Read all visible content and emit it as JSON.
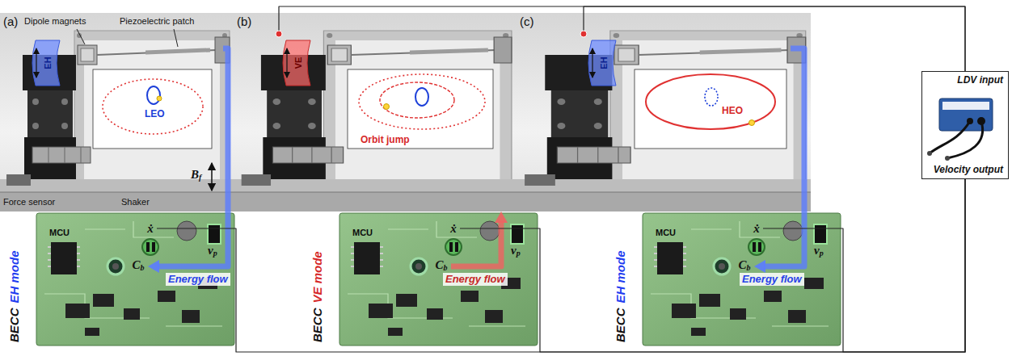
{
  "diagram": {
    "nodes": [
      {
        "text": [
          "(a)"
        ]
      },
      {
        "text": [
          "(b)"
        ]
      },
      {
        "text": [
          "(c)"
        ]
      },
      {
        "text": [
          "BECC",
          "EH mode"
        ]
      },
      {
        "text": [
          "ẋ"
        ],
        "in": 3
      },
      {
        "text": [
          "Cb"
        ],
        "in": 3
      },
      {
        "text": [
          "BECC",
          "VE mode"
        ]
      },
      {
        "text": [
          "ẋ"
        ],
        "in": 6
      },
      {
        "text": [
          "Cb"
        ],
        "in": 6
      },
      {
        "text": [
          "BECC",
          "EH mode"
        ]
      },
      {
        "text": [
          "ẋ"
        ],
        "in": 9
      },
      {
        "text": [
          "Cb"
        ],
        "in": 9
      },
      {
        "text": [
          "LDV input",
          "Velocity output"
        ]
      }
    ],
    "edges": [
      {
        "from": 0,
        "to": 5,
        "arrow": "to",
        "label": "Energy flow"
      },
      {
        "from": 8,
        "to": 1,
        "arrow": "to",
        "label": "Energy flow"
      },
      {
        "from": 2,
        "to": 11,
        "arrow": "to",
        "label": "Energy flow"
      },
      {
        "from": 1,
        "to": 12,
        "arrow": "none"
      },
      {
        "from": 2,
        "to": 12,
        "arrow": "none"
      },
      {
        "from": 12,
        "to": 4,
        "arrow": "none"
      },
      {
        "from": 12,
        "to": 7,
        "arrow": "none"
      },
      {
        "from": 12,
        "to": 10,
        "arrow": "none"
      }
    ],
    "labels": [
      "Dipole magnets",
      "Piezoelectric patch",
      "EH",
      "LEO",
      "Bf",
      "Force sensor",
      "Shaker",
      "MCU",
      "vp",
      "VE",
      "Orbit jump",
      "MCU",
      "vp",
      "EH",
      "HEO",
      "MCU",
      "vp"
    ]
  }
}
